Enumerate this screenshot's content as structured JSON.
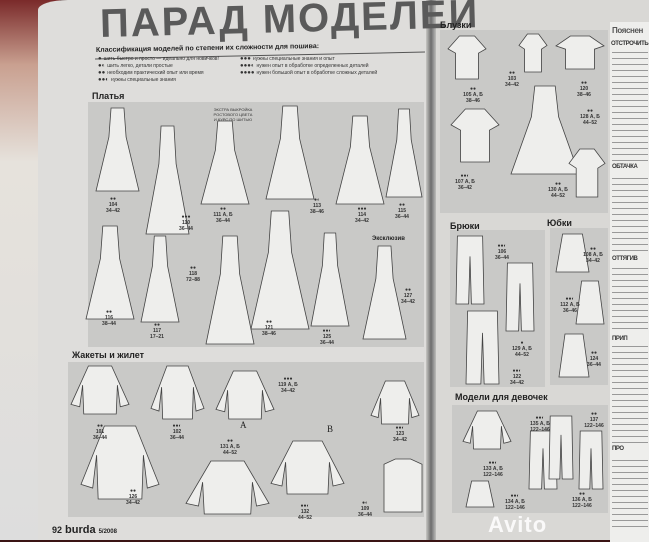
{
  "title": "ПАРАД МОДЕЛЕЙ",
  "legend": {
    "heading": "Классификация моделей по степени их сложности для пошива:",
    "items": [
      {
        "dots": "●",
        "text": "шить быстро и просто — идеально для новичков!"
      },
      {
        "dots": "●◐",
        "text": "шить легко, детали простые"
      },
      {
        "dots": "●●",
        "text": "необходим практический опыт или время"
      },
      {
        "dots": "●●◐",
        "text": "нужны специальные знания"
      },
      {
        "dots": "●●●",
        "text": "нужны специальные знания и опыт"
      },
      {
        "dots": "●●●◐",
        "text": "нужен опыт в обработке определенных деталей"
      },
      {
        "dots": "●●●●",
        "text": "нужен большой опыт в обработке сложных деталей"
      }
    ]
  },
  "sections": {
    "dresses": {
      "title": "Платья",
      "extra_note": "ЭКСТРА ВЫКРОЙКА РОСТОВОГО ЦВЕТА И КУРС ПО ШИТЬЮ",
      "exclusive": "Эксклюзив",
      "models": [
        {
          "no": "104",
          "dots": "●●",
          "sizes": "34–42",
          "kind": "dress"
        },
        {
          "no": "110",
          "dots": "●●●",
          "sizes": "36–44",
          "kind": "dress"
        },
        {
          "no": "111 А, Б",
          "dots": "●●",
          "sizes": "36–44",
          "kind": "dress"
        },
        {
          "no": "113",
          "dots": "●◐",
          "sizes": "38–46",
          "kind": "dress"
        },
        {
          "no": "114",
          "dots": "●●●",
          "sizes": "34–42",
          "kind": "dress"
        },
        {
          "no": "115",
          "dots": "●●",
          "sizes": "36–44",
          "kind": "dress"
        },
        {
          "no": "116",
          "dots": "●●",
          "sizes": "38–44",
          "kind": "dress"
        },
        {
          "no": "117",
          "dots": "●●",
          "sizes": "17–21",
          "kind": "dress"
        },
        {
          "no": "118",
          "dots": "●●",
          "sizes": "72–88",
          "kind": "dress"
        },
        {
          "no": "121",
          "dots": "●●",
          "sizes": "38–46",
          "kind": "dress"
        },
        {
          "no": "125",
          "dots": "●●◐",
          "sizes": "36–44",
          "kind": "dress"
        },
        {
          "no": "127",
          "dots": "●●",
          "sizes": "34–42",
          "kind": "dress"
        }
      ]
    },
    "jackets": {
      "title": "Жакеты и жилет",
      "variant_a": "A",
      "variant_b": "B",
      "models": [
        {
          "no": "101",
          "dots": "●●",
          "sizes": "36–44",
          "kind": "jacket"
        },
        {
          "no": "102",
          "dots": "●●◐",
          "sizes": "36–44",
          "kind": "jacket"
        },
        {
          "no": "119 А, Б",
          "dots": "●●●",
          "sizes": "34–42",
          "kind": "jacket"
        },
        {
          "no": "123",
          "dots": "●●◐",
          "sizes": "34–42",
          "kind": "jacket"
        },
        {
          "no": "126",
          "dots": "●●",
          "sizes": "34–42",
          "kind": "jacket"
        },
        {
          "no": "131 А, Б",
          "dots": "●●",
          "sizes": "44–52",
          "kind": "jacket"
        },
        {
          "no": "132",
          "dots": "●●◐",
          "sizes": "44–52",
          "kind": "jacket"
        },
        {
          "no": "109",
          "dots": "●◐",
          "sizes": "36–44",
          "kind": "vest"
        }
      ]
    },
    "blouses": {
      "title": "Блузки",
      "models": [
        {
          "no": "105 А, Б",
          "dots": "●●",
          "sizes": "38–46",
          "kind": "top"
        },
        {
          "no": "103",
          "dots": "●●",
          "sizes": "34–42",
          "kind": "top"
        },
        {
          "no": "120",
          "dots": "●●",
          "sizes": "38–46",
          "kind": "top"
        },
        {
          "no": "128 А, Б",
          "dots": "●●",
          "sizes": "44–52",
          "kind": "dress"
        },
        {
          "no": "107 А, Б",
          "dots": "●●◐",
          "sizes": "36–42",
          "kind": "top"
        },
        {
          "no": "130 А, Б",
          "dots": "●●",
          "sizes": "44–52",
          "kind": "top"
        }
      ]
    },
    "trousers": {
      "title": "Брюки",
      "models": [
        {
          "no": "106",
          "dots": "●●◐",
          "sizes": "36–44",
          "kind": "pants"
        },
        {
          "no": "129 А, Б",
          "dots": "●",
          "sizes": "44–52",
          "kind": "pants"
        },
        {
          "no": "122",
          "dots": "●●◐",
          "sizes": "34–42",
          "kind": "pants"
        }
      ]
    },
    "skirts": {
      "title": "Юбки",
      "models": [
        {
          "no": "108 А, Б",
          "dots": "●●",
          "sizes": "34–42",
          "kind": "skirt"
        },
        {
          "no": "112 А, Б",
          "dots": "●●◐",
          "sizes": "36–46",
          "kind": "skirt"
        },
        {
          "no": "124",
          "dots": "●●",
          "sizes": "36–44",
          "kind": "skirt"
        }
      ]
    },
    "girls": {
      "title": "Модели для девочек",
      "models": [
        {
          "no": "133 А, Б",
          "dots": "●●◐",
          "sizes": "122–146",
          "kind": "jacket"
        },
        {
          "no": "135 А, Б",
          "dots": "●●◐",
          "sizes": "122–146",
          "kind": "pants"
        },
        {
          "no": "137",
          "dots": "●●",
          "sizes": "122–146",
          "kind": "pants"
        },
        {
          "no": "134 А, Б",
          "dots": "●●◐",
          "sizes": "122–146",
          "kind": "skirt"
        },
        {
          "no": "136 А, Б",
          "dots": "●●",
          "sizes": "122–146",
          "kind": "pants"
        }
      ]
    }
  },
  "right_column": {
    "heading": "Пояснен",
    "terms": [
      "ОТСТРОЧИТЬ",
      "ОБТАЧКА",
      "ОТТЯГИВ",
      "ПРИП",
      "ПРО"
    ]
  },
  "footer": {
    "page": "92",
    "brand": "burda",
    "issue": "5/2008"
  },
  "watermark": "Avito"
}
